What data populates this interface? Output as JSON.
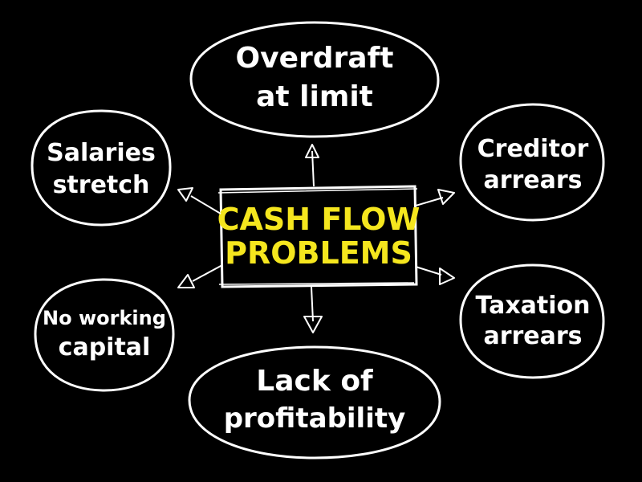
{
  "center": {
    "line1": "CASH FLOW",
    "line2": "PROBLEMS"
  },
  "nodes": [
    {
      "id": "overdraft",
      "lines": [
        "Overdraft",
        "at limit"
      ]
    },
    {
      "id": "salaries",
      "lines": [
        "Salaries",
        "stretch"
      ]
    },
    {
      "id": "creditor",
      "lines": [
        "Creditor",
        "arrears"
      ]
    },
    {
      "id": "no-working-capital",
      "lines": [
        "No working",
        "capital"
      ]
    },
    {
      "id": "taxation",
      "lines": [
        "Taxation",
        "arrears"
      ]
    },
    {
      "id": "profitability",
      "lines": [
        "Lack of",
        "profitability"
      ]
    }
  ],
  "colors": {
    "background": "#000000",
    "outline": "#ffffff",
    "text": "#ffffff",
    "center_text": "#f5e61e"
  }
}
